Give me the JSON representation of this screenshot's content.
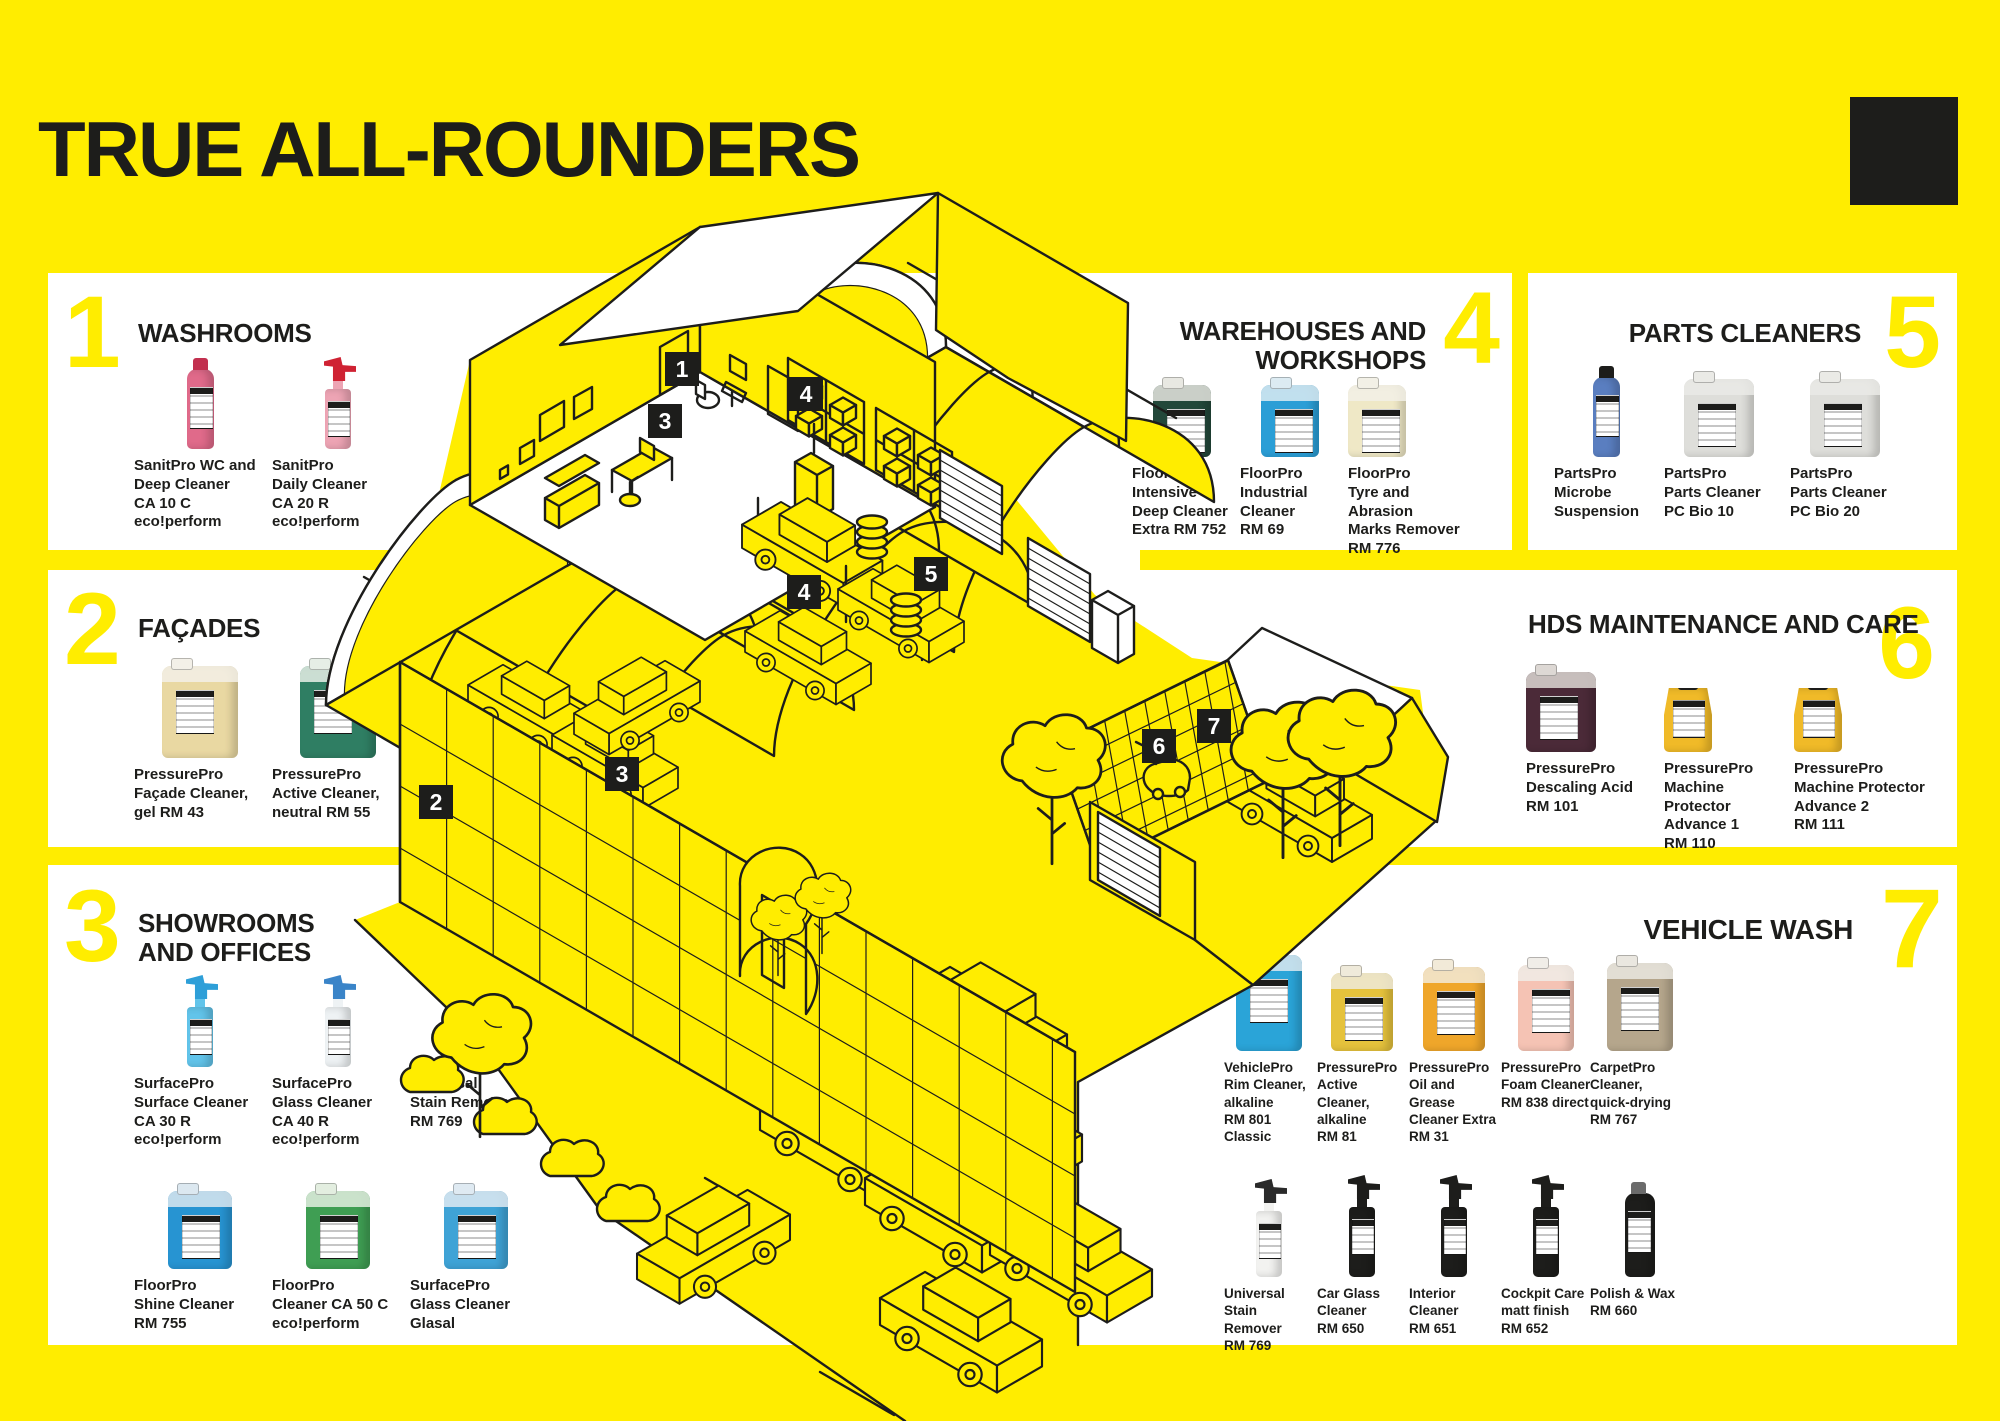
{
  "title": "TRUE ALL-ROUNDERS",
  "colors": {
    "background": "#FFED00",
    "ink": "#1d1d1b",
    "panel": "#ffffff"
  },
  "map_markers": [
    "1",
    "3",
    "4",
    "4",
    "5",
    "2",
    "3",
    "6",
    "7"
  ],
  "panels": [
    {
      "id": "washrooms",
      "number": "1",
      "title": "WASHROOMS",
      "products": [
        {
          "label": "SanitPro WC and\nDeep Cleaner\nCA 10 C\neco!perform",
          "shape": "bottle",
          "body": "#e06a8a",
          "cap": "#c2304f"
        },
        {
          "label": "SanitPro\nDaily Cleaner\nCA 20 R\neco!perform",
          "shape": "spray",
          "body": "#eda4b4",
          "cap": "#cf2233"
        }
      ]
    },
    {
      "id": "facades",
      "number": "2",
      "title": "FAÇADES",
      "products": [
        {
          "label": "PressurePro\nFaçade Cleaner,\ngel RM 43",
          "shape": "canister",
          "body": "#e9d8a2",
          "cap": "#f3f0e8"
        },
        {
          "label": "PressurePro\nActive Cleaner,\nneutral RM 55",
          "shape": "canister",
          "body": "#2f7e63",
          "cap": "#e6eee6"
        }
      ]
    },
    {
      "id": "showrooms",
      "number": "3",
      "title": "SHOWROOMS\nAND OFFICES",
      "products": [
        {
          "label": "SurfacePro\nSurface Cleaner\nCA 30 R\neco!perform",
          "shape": "spray",
          "body": "#62c4ea",
          "cap": "#2e9fd8"
        },
        {
          "label": "SurfacePro\nGlass Cleaner\nCA 40 R\neco!perform",
          "shape": "spray",
          "body": "#eef2f4",
          "cap": "#3a84c8"
        },
        {
          "label": "Universal\nStain Remover\nRM 769",
          "shape": "spray",
          "body": "#f2f2f0",
          "cap": "#2a2a2a"
        },
        {
          "label": "FloorPro\nShine Cleaner\nRM 755",
          "shape": "canister",
          "body": "#2794d2",
          "cap": "#dce8f0"
        },
        {
          "label": "FloorPro\nCleaner CA 50 C\neco!perform",
          "shape": "canister",
          "body": "#3f9e53",
          "cap": "#e3eee0"
        },
        {
          "label": "SurfacePro\nGlass Cleaner\nGlasal",
          "shape": "canister",
          "body": "#3fa3d6",
          "cap": "#dfeaf2"
        }
      ]
    },
    {
      "id": "warehouses",
      "number": "4",
      "title": "WAREHOUSES AND\nWORKSHOPS",
      "products": [
        {
          "label": "FloorPro\nIntensive\nDeep Cleaner\nExtra RM 752",
          "shape": "canister",
          "body": "#23483a",
          "cap": "#e8e8e2"
        },
        {
          "label": "FloorPro\nIndustrial\nCleaner\nRM 69",
          "shape": "canister",
          "body": "#2b9ed6",
          "cap": "#dcebf2"
        },
        {
          "label": "FloorPro\nTyre and Abrasion\nMarks Remover\nRM 776",
          "shape": "canister",
          "body": "#efe8c6",
          "cap": "#f2f0e6"
        }
      ]
    },
    {
      "id": "parts",
      "number": "5",
      "title": "PARTS CLEANERS",
      "products": [
        {
          "label": "PartsPro\nMicrobe\nSuspension",
          "shape": "bottle",
          "body": "#5a7ec0",
          "cap": "#1d1d1b"
        },
        {
          "label": "PartsPro\nParts Cleaner\nPC Bio 10",
          "shape": "canister",
          "body": "#dededa",
          "cap": "#eaeae6"
        },
        {
          "label": "PartsPro\nParts Cleaner\nPC Bio 20",
          "shape": "canister",
          "body": "#dededa",
          "cap": "#eaeae6"
        }
      ]
    },
    {
      "id": "hds",
      "number": "6",
      "title": "HDS MAINTENANCE AND CARE",
      "products": [
        {
          "label": "PressurePro\nDescaling Acid\nRM 101",
          "shape": "canister",
          "body": "#4b2a38",
          "cap": "#ddd8d4"
        },
        {
          "label": "PressurePro\nMachine Protector\nAdvance 1\nRM 110",
          "shape": "jug",
          "body": "#f0ba28",
          "cap": "#1d1d1b"
        },
        {
          "label": "PressurePro\nMachine Protector\nAdvance 2\nRM 111",
          "shape": "jug",
          "body": "#f0ba28",
          "cap": "#1d1d1b"
        }
      ]
    },
    {
      "id": "vehicle",
      "number": "7",
      "title": "VEHICLE WASH",
      "products": [
        {
          "label": "VehiclePro\nRim Cleaner,\nalkaline\nRM 801 Classic",
          "shape": "canister",
          "body": "#2aa4d8",
          "cap": "#dce9f0"
        },
        {
          "label": "PressurePro\nActive Cleaner,\nalkaline\nRM 81",
          "shape": "canister",
          "body": "#e5c23c",
          "cap": "#efeada"
        },
        {
          "label": "PressurePro\nOil and Grease\nCleaner Extra\nRM 31",
          "shape": "canister",
          "body": "#efa62a",
          "cap": "#f2ead8"
        },
        {
          "label": "PressurePro\nFoam Cleaner\nRM 838 direct",
          "shape": "canister",
          "body": "#f5c3b4",
          "cap": "#f0ede8"
        },
        {
          "label": "CarpetPro Cleaner,\nquick-drying\nRM 767",
          "shape": "canister",
          "body": "#b5a68c",
          "cap": "#eae7e0"
        },
        {
          "label": "Universal\nStain Remover\nRM 769",
          "shape": "spray",
          "body": "#f2f2f0",
          "cap": "#2a2a2a"
        },
        {
          "label": "Car Glass Cleaner\nRM 650",
          "shape": "spray",
          "body": "#1d1d1b",
          "cap": "#1d1d1b"
        },
        {
          "label": "Interior Cleaner\nRM 651",
          "shape": "spray",
          "body": "#1d1d1b",
          "cap": "#1d1d1b"
        },
        {
          "label": "Cockpit Care\nmatt finish\nRM 652",
          "shape": "spray",
          "body": "#1d1d1b",
          "cap": "#1d1d1b"
        },
        {
          "label": "Polish & Wax\nRM 660",
          "shape": "bottle",
          "body": "#1d1d1b",
          "cap": "#6b6b6b"
        }
      ]
    }
  ]
}
